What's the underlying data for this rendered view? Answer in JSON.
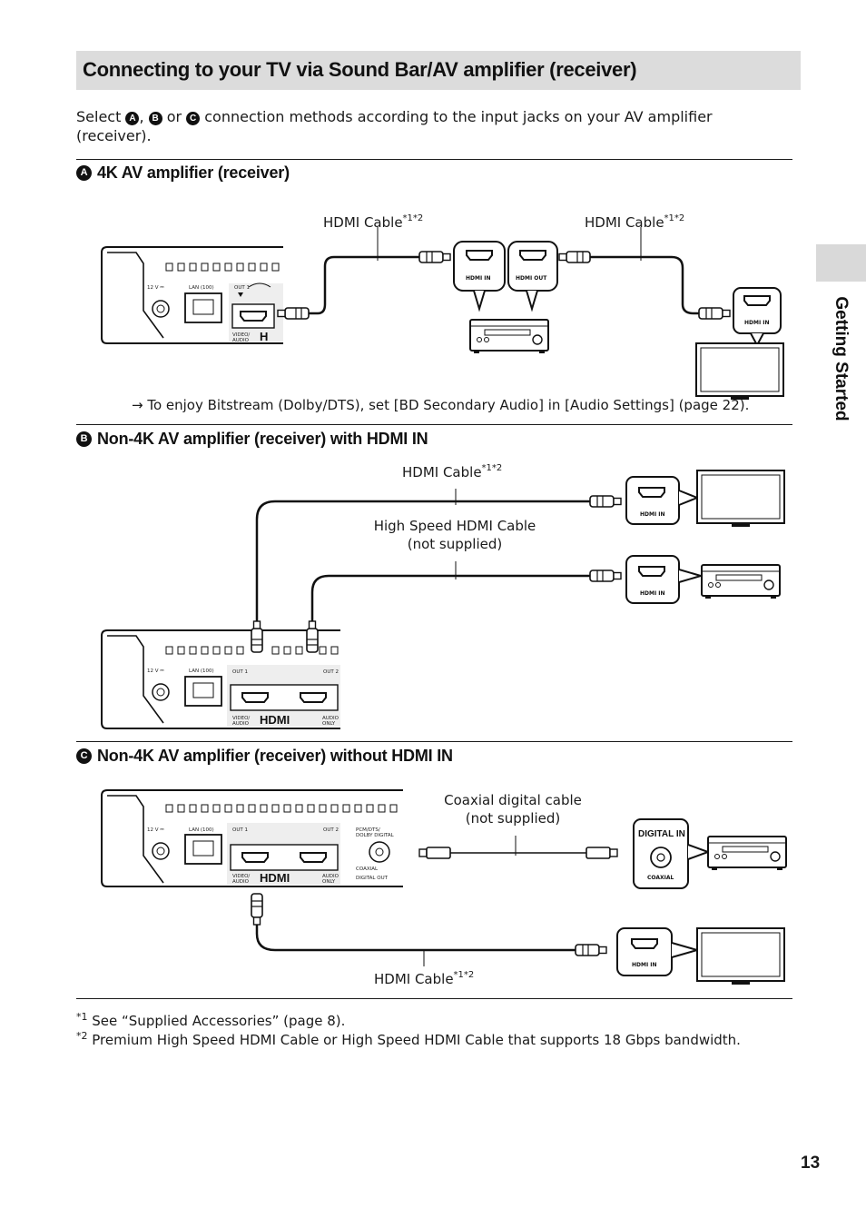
{
  "page": {
    "title": "Connecting to your TV via Sound Bar/AV amplifier (receiver)",
    "intro": {
      "before": "Select ",
      "a": "A",
      "sep1": ", ",
      "b": "B",
      "sep2": " or ",
      "c": "C",
      "after": " connection methods according to the input jacks on your AV amplifier (receiver)."
    },
    "side_tab_label": "Getting Started",
    "page_number": "13"
  },
  "sections": [
    {
      "letter": "A",
      "heading": "4K AV amplifier (receiver)",
      "labels": {
        "cable_left": "HDMI Cable",
        "cable_left_sup": "*1*2",
        "cable_right": "HDMI Cable",
        "cable_right_sup": "*1*2"
      },
      "jacks": {
        "amp_in": "HDMI IN",
        "amp_out": "HDMI OUT",
        "tv_in": "HDMI IN"
      },
      "note": "→ To enjoy Bitstream (Dolby/DTS), set [BD Secondary Audio] in [Audio Settings] (page 22)."
    },
    {
      "letter": "B",
      "heading": "Non-4K AV amplifier (receiver) with HDMI IN",
      "labels": {
        "cable_top": "HDMI Cable",
        "cable_top_sup": "*1*2",
        "cable_mid_line1": "High Speed HDMI Cable",
        "cable_mid_line2": "(not supplied)"
      },
      "jacks": {
        "tv_in": "HDMI IN",
        "amp_in": "HDMI IN"
      }
    },
    {
      "letter": "C",
      "heading": "Non-4K AV amplifier (receiver) without HDMI IN",
      "labels": {
        "coax_line1": "Coaxial digital cable",
        "coax_line2": "(not supplied)",
        "cable_bottom": "HDMI Cable",
        "cable_bottom_sup": "*1*2"
      },
      "jacks": {
        "digital_in": "DIGITAL IN",
        "coaxial": "COAXIAL",
        "tv_in": "HDMI IN"
      }
    }
  ],
  "player_panel": {
    "power": "12 V ⎓",
    "lan": "LAN (100)",
    "out1": "OUT 1",
    "out2": "OUT 2",
    "video_audio": "VIDEO/ AUDIO",
    "audio_only": "AUDIO ONLY",
    "hdmi_logo": "HDMI",
    "pcm_dts": "PCM/DTS/ DOLBY DIGITAL",
    "coaxial": "COAXIAL",
    "digital_out": "DIGITAL OUT"
  },
  "footnotes": [
    {
      "mark": "*1",
      "text": " See “Supplied Accessories” (page 8)."
    },
    {
      "mark": "*2",
      "text": " Premium High Speed HDMI Cable or High Speed HDMI Cable that supports 18 Gbps bandwidth."
    }
  ]
}
